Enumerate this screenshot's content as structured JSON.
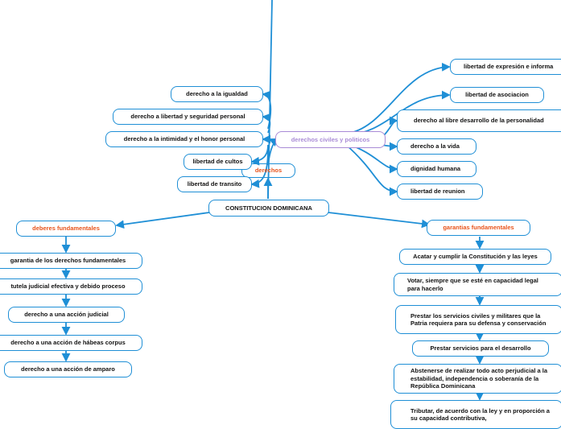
{
  "colors": {
    "line": "#1f8fd6",
    "accent_orange": "#e8541c",
    "accent_purple": "#a98bd6"
  },
  "root": "CONSTITUCION DOMINICANA",
  "derechos": {
    "title": "derechos",
    "civiles_title": "derechos civiles y politicos",
    "left_items": [
      "derecho a la igualdad",
      "derecho a libertad y seguridad personal",
      "derecho a la intimidad y el honor personal",
      "libertad de cultos",
      "libertad de transito"
    ],
    "right_items": [
      "libertad de expresión e informa",
      "libertad de asociacion",
      "derecho al libre desarrollo de la personalidad",
      "derecho a la vida",
      "dignidad humana",
      "libertad de reunion"
    ]
  },
  "deberes": {
    "title": "deberes fundamentales",
    "items": [
      "garantia de los derechos fundamentales",
      "tutela judicial efectiva y debido proceso",
      "derecho a una acción judicial",
      "derecho a una acción de hábeas corpus",
      "derecho a una acción de amparo"
    ]
  },
  "garantias": {
    "title": "garantias fundamentales",
    "items": [
      "Acatar y cumplir la Constitución y las leyes",
      "Votar, siempre que se esté en capacidad legal para hacerlo",
      "Prestar los servicios civiles y militares que la Patria requiera para su defensa y conservación",
      "Prestar servicios para el desarrollo",
      "Abstenerse de realizar todo acto perjudicial a la estabilidad, independencia o soberanía de la República Dominicana",
      "Tributar, de acuerdo con la ley y en proporción a su capacidad contributiva,"
    ]
  }
}
